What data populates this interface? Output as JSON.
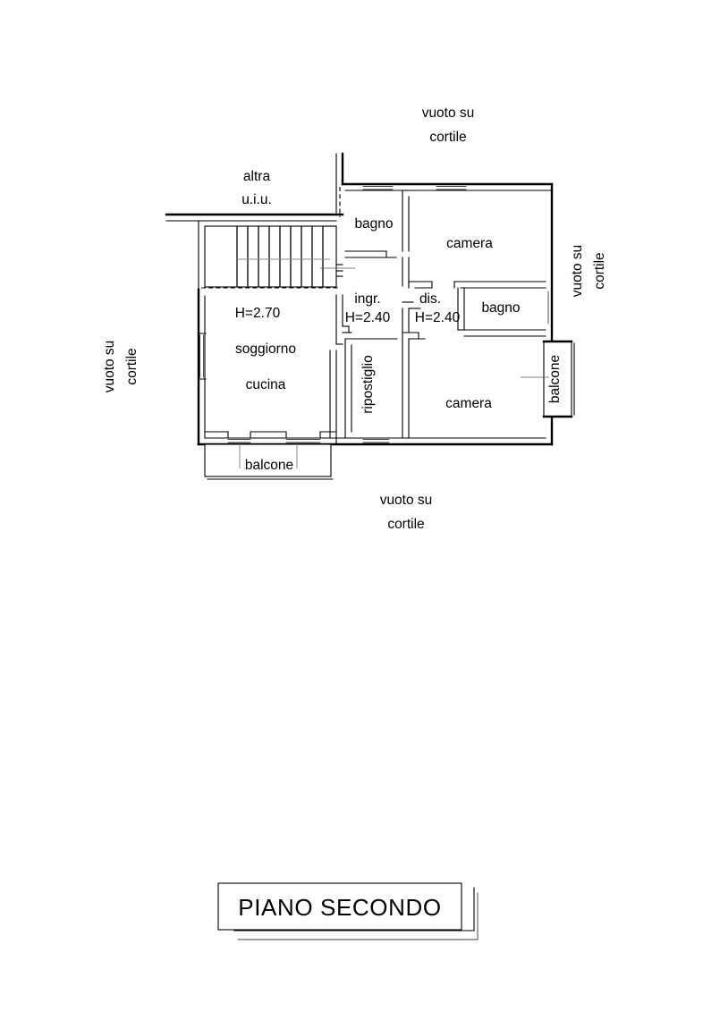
{
  "document": {
    "type": "architectural-floor-plan",
    "title_block": {
      "label": "PIANO SECONDO"
    }
  },
  "rooms": [
    {
      "id": "bagno_top",
      "label": "bagno"
    },
    {
      "id": "camera_top",
      "label": "camera"
    },
    {
      "id": "bagno_right",
      "label": "bagno"
    },
    {
      "id": "camera_bot",
      "label": "camera"
    },
    {
      "id": "soggiorno",
      "label": "soggiorno"
    },
    {
      "id": "cucina",
      "label": "cucina"
    },
    {
      "id": "ripostiglio",
      "label": "ripostiglio"
    },
    {
      "id": "ingresso",
      "label": "ingr."
    },
    {
      "id": "disimpegno",
      "label": "dis."
    },
    {
      "id": "balcone_bot",
      "label": "balcone"
    },
    {
      "id": "balcone_right",
      "label": "balcone"
    }
  ],
  "heights": [
    {
      "id": "h_soggiorno",
      "label": "H=2.70"
    },
    {
      "id": "h_ingresso",
      "label": "H=2.40"
    },
    {
      "id": "h_dis",
      "label": "H=2.40"
    }
  ],
  "annotations": {
    "other_unit_line1": "altra",
    "other_unit_line2": "u.i.u.",
    "void_top_line1": "vuoto su",
    "void_top_line2": "cortile",
    "void_bottom_line1": "vuoto su",
    "void_bottom_line2": "cortile",
    "void_left_line1": "vuoto su",
    "void_left_line2": "cortile",
    "void_right_line1": "vuoto su",
    "void_right_line2": "cortile"
  },
  "colors": {
    "ink": "#000000",
    "paper": "#ffffff",
    "leader": "#555555",
    "stair_mid": "#8a8a8a"
  }
}
